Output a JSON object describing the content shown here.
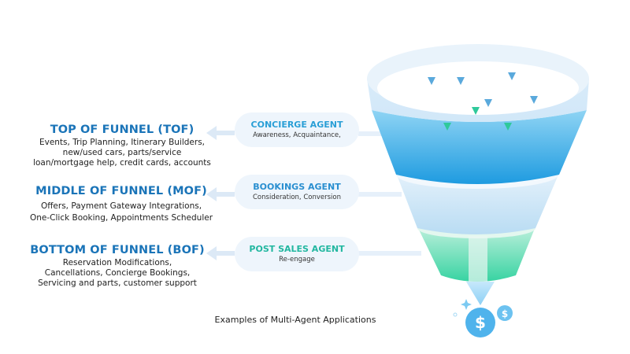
{
  "stages": [
    {
      "title": "TOP OF FUNNEL (TOF)",
      "desc": [
        "Events, Trip Planning, Itinerary Builders,",
        "new/used cars, parts/service",
        "loan/mortgage help, credit cards, accounts"
      ]
    },
    {
      "title": "MIDDLE OF FUNNEL (MOF)",
      "desc": [
        "Offers, Payment Gateway Integrations,",
        "One-Click Booking, Appointments Scheduler"
      ]
    },
    {
      "title": "BOTTOM OF FUNNEL (BOF)",
      "desc": [
        "Reservation Modifications,",
        "Cancellations, Concierge Bookings,",
        "Servicing and parts, customer support"
      ]
    }
  ],
  "agents": [
    {
      "title": "CONCIERGE AGENT",
      "sub": "Awareness, Acquaintance,",
      "color": "#2a9fd6"
    },
    {
      "title": "BOOKINGS AGENT",
      "sub": "Consideration, Conversion",
      "color": "#2a8fd0"
    },
    {
      "title": "POST SALES AGENT",
      "sub": "Re-engage",
      "color": "#22b7a0"
    }
  ],
  "icons": {
    "coin": "dollar-coin-icon",
    "coin_symbol": "$",
    "sparkle": "sparkle-icon"
  },
  "caption": "Examples of Multi-Agent Applications"
}
